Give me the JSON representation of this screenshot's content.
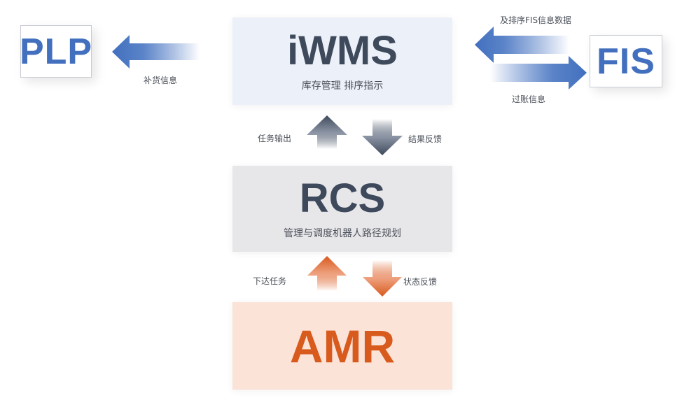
{
  "diagram": {
    "nodes": {
      "plp": {
        "title": "PLP"
      },
      "fis": {
        "title": "FIS"
      },
      "iwms": {
        "title": "iWMS",
        "subtitle": "库存管理 排序指示"
      },
      "rcs": {
        "title": "RCS",
        "subtitle": "管理与调度机器人路径规划"
      },
      "amr": {
        "title": "AMR"
      }
    },
    "edges": {
      "iwms_to_plp": {
        "label": "补货信息"
      },
      "fis_to_iwms": {
        "label": "及排序FIS信息数据"
      },
      "iwms_to_fis": {
        "label": "过账信息"
      },
      "rcs_to_iwms": {
        "label": "任务输出"
      },
      "iwms_to_rcs": {
        "label": "结果反馈"
      },
      "amr_to_rcs": {
        "label": "下达任务"
      },
      "rcs_to_amr": {
        "label": "状态反馈"
      }
    },
    "colors": {
      "blue": "#4270bf",
      "slate": "#3e4a5c",
      "orange": "#d85a1d",
      "iwms_bg": "#ecf0f8",
      "rcs_bg": "#e7e7ea",
      "amr_bg": "#fbe3d8"
    }
  }
}
